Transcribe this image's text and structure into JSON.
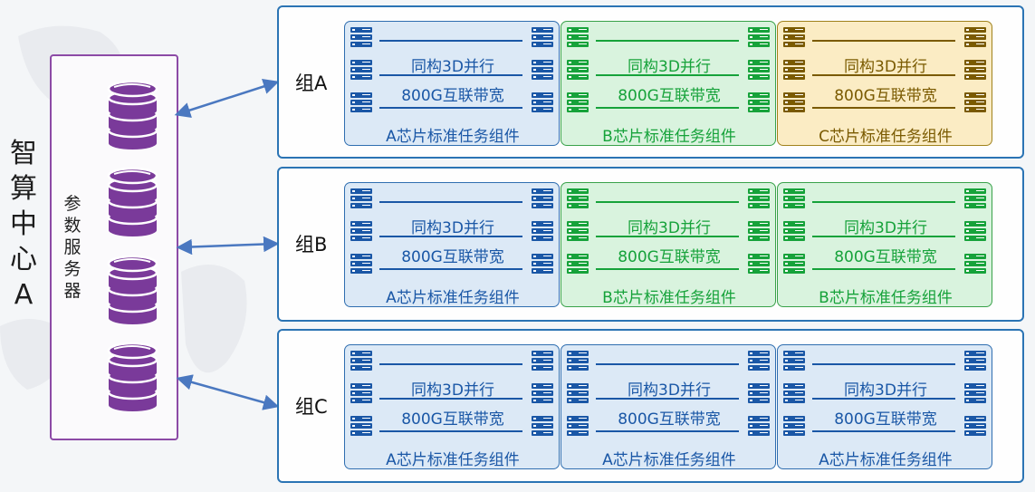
{
  "center": {
    "title_chars": [
      "智",
      "算",
      "中",
      "心",
      "A"
    ]
  },
  "param_server": {
    "label_chars": [
      "参",
      "数",
      "服",
      "务",
      "器"
    ],
    "db_count": 4
  },
  "colors": {
    "blue": "#1a57a6",
    "green": "#16a23a",
    "gold": "#7a5a00",
    "purple": "#7a3a9a",
    "arrow": "#4a78c0"
  },
  "groups": [
    {
      "label": "组A",
      "cards": [
        {
          "color": "blue",
          "line1": "同构3D并行",
          "line2": "800G互联带宽",
          "footer": "A芯片标准任务组件"
        },
        {
          "color": "green",
          "line1": "同构3D并行",
          "line2": "800G互联带宽",
          "footer": "B芯片标准任务组件"
        },
        {
          "color": "gold",
          "line1": "同构3D并行",
          "line2": "800G互联带宽",
          "footer": "C芯片标准任务组件"
        }
      ]
    },
    {
      "label": "组B",
      "cards": [
        {
          "color": "blue",
          "line1": "同构3D并行",
          "line2": "800G互联带宽",
          "footer": "A芯片标准任务组件"
        },
        {
          "color": "green",
          "line1": "同构3D并行",
          "line2": "800G互联带宽",
          "footer": "B芯片标准任务组件"
        },
        {
          "color": "green",
          "line1": "同构3D并行",
          "line2": "800G互联带宽",
          "footer": "B芯片标准任务组件"
        }
      ]
    },
    {
      "label": "组C",
      "cards": [
        {
          "color": "blue",
          "line1": "同构3D并行",
          "line2": "800G互联带宽",
          "footer": "A芯片标准任务组件"
        },
        {
          "color": "blue",
          "line1": "同构3D并行",
          "line2": "800G互联带宽",
          "footer": "A芯片标准任务组件"
        },
        {
          "color": "blue",
          "line1": "同构3D并行",
          "line2": "800G互联带宽",
          "footer": "A芯片标准任务组件"
        }
      ]
    }
  ]
}
